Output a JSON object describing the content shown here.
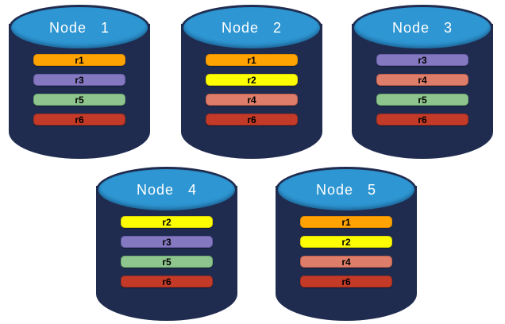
{
  "canvas": {
    "background": "#FFFFFF"
  },
  "colors": {
    "cylinder_body": "#1F2C50",
    "cylinder_top": "#2E96D2",
    "cylinder_top_rim": "rgba(10,50,90,0.45)",
    "node_title_text": "#FFFFFF",
    "bar_label_text": "#000000"
  },
  "palette": {
    "r1": {
      "fill": "#FFA302",
      "border": "#DE8D00"
    },
    "r2": {
      "fill": "#FEFE02",
      "border": "#D9D400"
    },
    "r3": {
      "fill": "#8478C0",
      "border": "#6A5EA8"
    },
    "r4": {
      "fill": "#DE7D6A",
      "border": "#BF5E4C"
    },
    "r5": {
      "fill": "#8EC58E",
      "border": "#6FAD6F"
    },
    "r6": {
      "fill": "#C33A28",
      "border": "#A12D1D"
    }
  },
  "nodes": [
    {
      "name": "Node 1",
      "replicas": [
        "r1",
        "r3",
        "r5",
        "r6"
      ]
    },
    {
      "name": "Node 2",
      "replicas": [
        "r1",
        "r2",
        "r4",
        "r6"
      ]
    },
    {
      "name": "Node 3",
      "replicas": [
        "r3",
        "r4",
        "r5",
        "r6"
      ]
    },
    {
      "name": "Node 4",
      "replicas": [
        "r2",
        "r3",
        "r5",
        "r6"
      ]
    },
    {
      "name": "Node 5",
      "replicas": [
        "r1",
        "r2",
        "r4",
        "r6"
      ]
    }
  ]
}
